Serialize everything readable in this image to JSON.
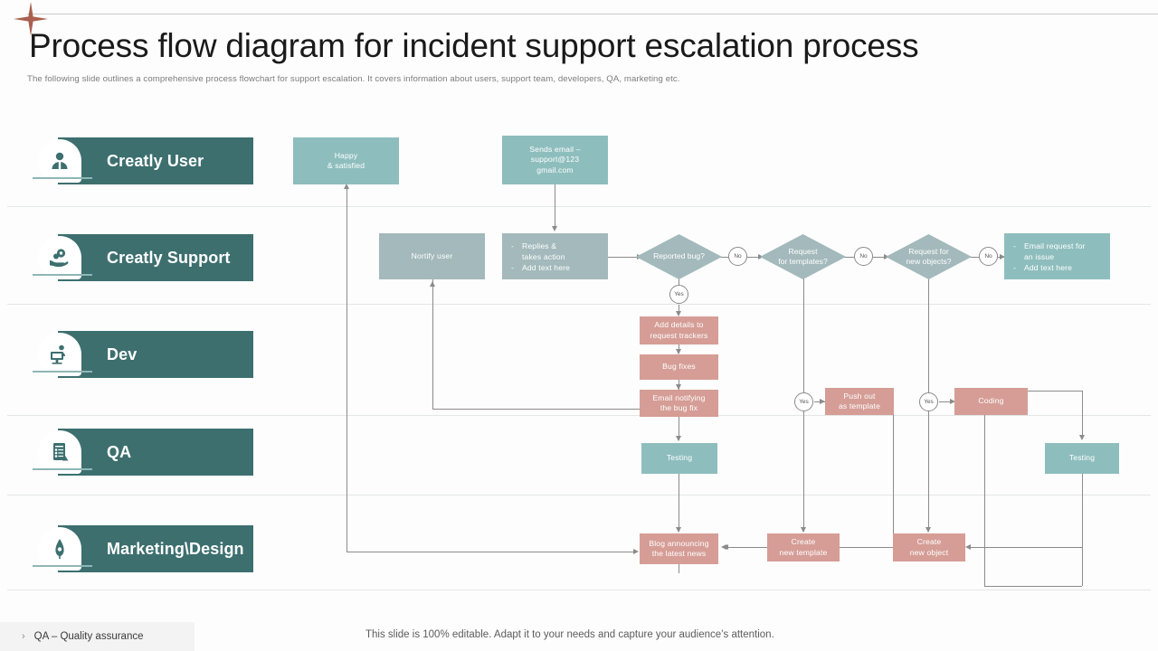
{
  "header": {
    "title": "Process flow diagram for incident support escalation process",
    "subtitle": "The following slide outlines a comprehensive process flowchart for support escalation. It covers information about users, support team, developers, QA, marketing etc.",
    "sparkle_icon": "four-point-star-icon"
  },
  "colors": {
    "lane_header": "#3d6f6f",
    "teal_node": "#8ebdbd",
    "teal_dim_node": "#a3b9bb",
    "pink_node": "#d59d96",
    "connector": "#8b8b8b",
    "sparkle": "#a9604f",
    "lane_divider": "#e3e6e6"
  },
  "lanes": [
    {
      "id": "creatly-user",
      "label": "Creatly User",
      "icon": "user-avatar-icon"
    },
    {
      "id": "creatly-support",
      "label": "Creatly Support",
      "icon": "hand-gear-support-icon"
    },
    {
      "id": "dev",
      "label": "Dev",
      "icon": "developer-monitor-icon"
    },
    {
      "id": "qa",
      "label": "QA",
      "icon": "checklist-clipboard-icon"
    },
    {
      "id": "marketing-design",
      "label": "Marketing\\Design",
      "icon": "design-pen-nib-icon"
    }
  ],
  "nodes": {
    "happy_satisfied": "Happy\n& satisfied",
    "sends_email": "Sends email –\nsupport@123\ngmail.com",
    "nortify_user": "Nortify user",
    "replies_takes_action": {
      "bullets": [
        "Replies &\ntakes action",
        "Add text here"
      ]
    },
    "email_request_issue": {
      "bullets": [
        "Email request for\nan issue",
        "Add text here"
      ]
    },
    "add_details": "Add details to\nrequest trackers",
    "bug_fixes": "Bug fixes",
    "email_notifying": "Email notifying\nthe bug fix",
    "testing_left": "Testing",
    "testing_right": "Testing",
    "push_out_template": "Push out\nas template",
    "coding": "Coding",
    "blog_announcing": "Blog announcing\nthe latest news",
    "create_new_template": "Create\nnew template",
    "create_new_object": "Create\nnew object"
  },
  "decisions": [
    {
      "id": "reported-bug",
      "label": "Reported bug?"
    },
    {
      "id": "request-templates",
      "label": "Request\nfor templates?"
    },
    {
      "id": "request-new-objects",
      "label": "Request for\nnew objects?"
    }
  ],
  "branch_labels": {
    "yes": "Yes",
    "no": "No"
  },
  "footer": {
    "chevron": "›",
    "note": "QA – Quality assurance",
    "center_text": "This slide is 100% editable. Adapt it to your needs and capture your audience’s attention."
  }
}
